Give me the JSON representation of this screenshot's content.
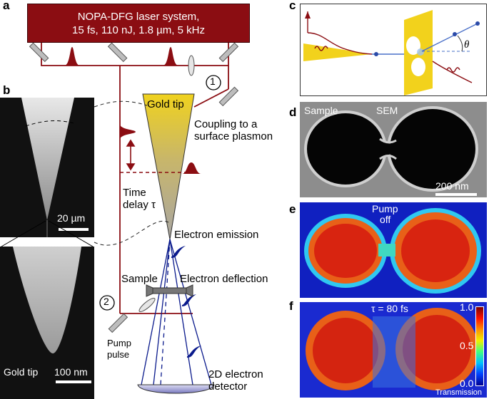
{
  "panel_labels": {
    "a": "a",
    "b": "b",
    "c": "c",
    "d": "d",
    "e": "e",
    "f": "f"
  },
  "laser": {
    "line1": "NOPA-DFG laser system,",
    "line2": "15 fs, 110 nJ, 1.8 µm, 5 kHz"
  },
  "markers": {
    "one": "1",
    "two": "2"
  },
  "labels_a": {
    "gold_tip": "Gold tip",
    "coupling1": "Coupling to a",
    "coupling2": "surface plasmon",
    "time_delay1": "Time",
    "time_delay2": "delay τ",
    "emission": "Electron emission",
    "sample": "Sample",
    "deflection": "Electron deflection",
    "pump1": "Pump",
    "pump2": "pulse",
    "detector1": "2D electron",
    "detector2": "detector"
  },
  "panel_b": {
    "scale_top": "20 µm",
    "scale_bottom": "100 nm",
    "gold_tip": "Gold tip"
  },
  "panel_c": {
    "theta": "θ"
  },
  "panel_d": {
    "sample": "Sample",
    "sem": "SEM",
    "scale": "200 nm"
  },
  "panel_e": {
    "pump1": "Pump",
    "pump2": "off"
  },
  "panel_f": {
    "tau": "τ = 80 fs",
    "colorbar_ticks": [
      "1.0",
      "0.5",
      "0.0"
    ],
    "colorbar_label": "Transmission"
  },
  "colors": {
    "laser_red": "#8b0d12",
    "gold": "#f2d21c",
    "electron_blue": "#0a1a8c"
  }
}
